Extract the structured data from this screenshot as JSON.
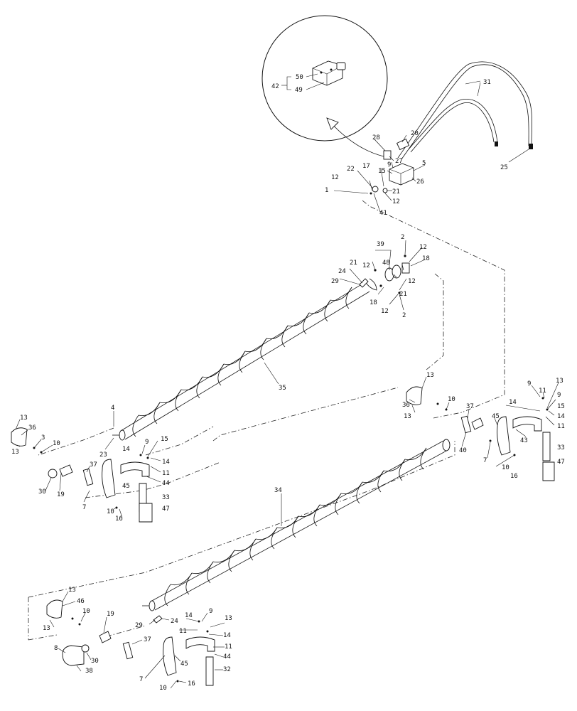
{
  "colors": {
    "ink": "#111111",
    "background": "#ffffff"
  },
  "callouts": {
    "inset": [
      "50",
      "42",
      "49"
    ],
    "hydraulic": [
      "31",
      "28",
      "20",
      "27",
      "9",
      "5",
      "15",
      "17",
      "22",
      "12",
      "26",
      "21",
      "12",
      "1",
      "41",
      "25"
    ],
    "upper_drive": [
      "39",
      "2",
      "12",
      "18",
      "21",
      "12",
      "48",
      "24",
      "29",
      "12",
      "21",
      "18",
      "12",
      "2"
    ],
    "upper_auger": [
      "35",
      "4",
      "23"
    ],
    "left_upper": [
      "13",
      "36",
      "13",
      "3",
      "10",
      "30",
      "19",
      "37",
      "7",
      "9",
      "15",
      "14",
      "14",
      "11",
      "44",
      "45",
      "33",
      "10",
      "16",
      "47"
    ],
    "right_upper": [
      "13",
      "36",
      "13",
      "10",
      "37",
      "40",
      "45",
      "43",
      "9",
      "13",
      "11",
      "9",
      "15",
      "14",
      "14",
      "11",
      "7",
      "10",
      "16",
      "33",
      "47"
    ],
    "lower_auger": [
      "34",
      "29",
      "24"
    ],
    "left_lower": [
      "13",
      "46",
      "13",
      "10",
      "19",
      "8",
      "30",
      "38",
      "37",
      "9",
      "14",
      "13",
      "14",
      "11",
      "11",
      "44",
      "45",
      "32",
      "7",
      "10",
      "16"
    ]
  }
}
